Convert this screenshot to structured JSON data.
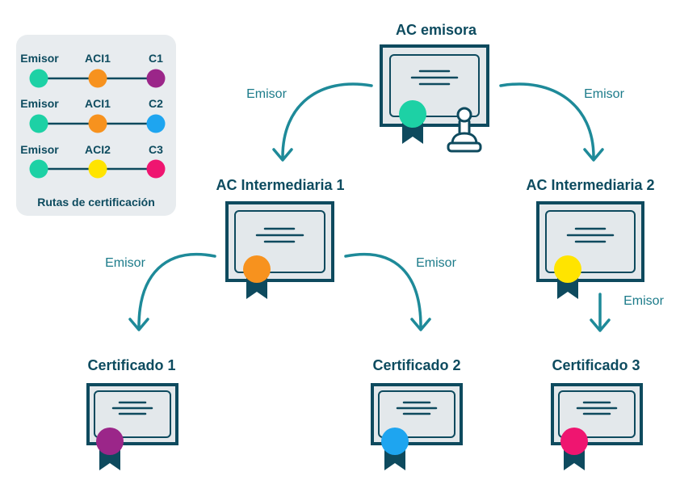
{
  "tree": {
    "root": {
      "label": "AC emisora",
      "seal_color": "#1dd1a5",
      "children": [
        {
          "edge_label": "Emisor",
          "label": "AC Intermediaria 1",
          "seal_color": "#f7921e",
          "children": [
            {
              "edge_label": "Emisor",
              "label": "Certificado 1",
              "seal_color": "#9b2689"
            },
            {
              "edge_label": "Emisor",
              "label": "Certificado 2",
              "seal_color": "#1ea5f0"
            }
          ]
        },
        {
          "edge_label": "Emisor",
          "label": "AC Intermediaria 2",
          "seal_color": "#ffe400",
          "children": [
            {
              "edge_label": "Emisor",
              "label": "Certificado 3",
              "seal_color": "#ef1570"
            }
          ]
        }
      ]
    }
  },
  "legend": {
    "title": "Rutas de certificación",
    "paths": [
      {
        "nodes": [
          {
            "label": "Emisor",
            "color": "#1dd1a5"
          },
          {
            "label": "ACI1",
            "color": "#f7921e"
          },
          {
            "label": "C1",
            "color": "#9b2689"
          }
        ]
      },
      {
        "nodes": [
          {
            "label": "Emisor",
            "color": "#1dd1a5"
          },
          {
            "label": "ACI1",
            "color": "#f7921e"
          },
          {
            "label": "C2",
            "color": "#1ea5f0"
          }
        ]
      },
      {
        "nodes": [
          {
            "label": "Emisor",
            "color": "#1dd1a5"
          },
          {
            "label": "ACI2",
            "color": "#ffe400"
          },
          {
            "label": "C3",
            "color": "#ef1570"
          }
        ]
      }
    ]
  },
  "icons": {
    "certificate": "certificate-icon",
    "seal": "ribbon-seal-icon",
    "stamp": "rubber-stamp-icon",
    "arrow": "curved-arrow-icon"
  },
  "palette": {
    "text": "#0d4b5f",
    "edge_label": "#1c7b8a",
    "arrow": "#1e8a99",
    "frame": "#0e4a5e",
    "frame_fill": "#e3e8eb",
    "legend_bg": "#e8ecef"
  }
}
